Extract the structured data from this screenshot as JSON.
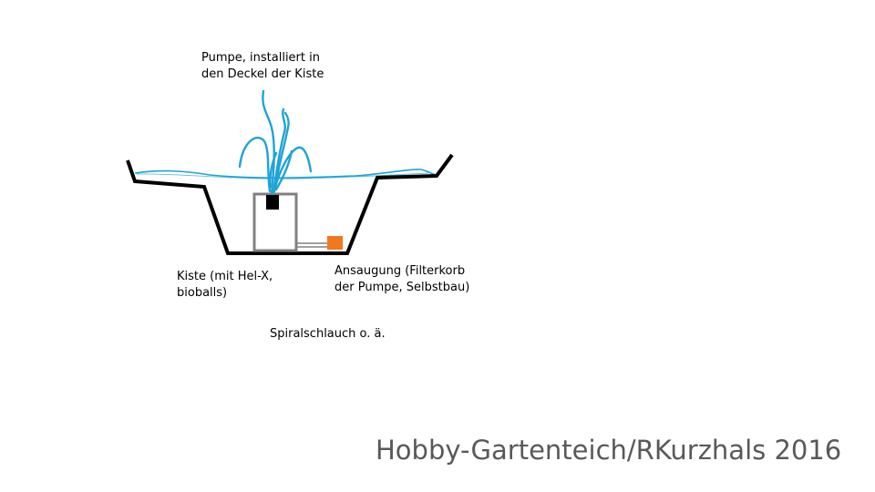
{
  "labels": {
    "pump": [
      "Pumpe, installiert in",
      "den Deckel der Kiste"
    ],
    "box": [
      "Kiste (mit Hel-X,",
      "bioballs)"
    ],
    "intake": [
      "Ansaugung (Filterkorb",
      "der Pumpe, Selbstbau)"
    ],
    "hose": "Spiralschlauch o. ä."
  },
  "watermark": "Hobby-Gartenteich/RKurzhals 2016",
  "colors": {
    "pond_outline": "#000000",
    "water": "#1fa3d8",
    "box": "#808080",
    "pump": "#000000",
    "intake": "#f07820",
    "hose": "#808080",
    "watermark": "#595959"
  }
}
